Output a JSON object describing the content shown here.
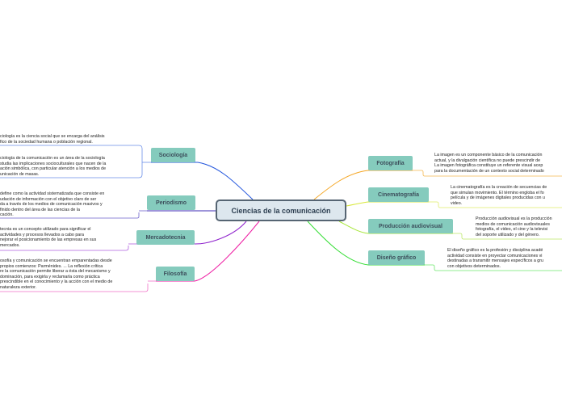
{
  "central": {
    "label": "Ciencias de la comunicación"
  },
  "left_topics": [
    {
      "label": "Sociología",
      "note_short": "ciología es la ciencia social que se encarga del análisis\nfico de la sociedad humana o población regional.",
      "note": "ciología de la comunicación es un área de la sociología\nstudia las implicaciones socioculturales que nacen de la\nación simbólica, con particular atención a los medios de\nunicación de masas."
    },
    {
      "label": "Periodismo",
      "note": "define como la actividad sistematizada que consiste en\nudación de información con el objetivo claro de ser\nda a través de los medios de comunicación masivos y\nfinido dentro del área de las ciencias de la\ncación."
    },
    {
      "label": "Mercadotecnia",
      "note": "tecnia es un concepto utilizado para significar el\nactividades y procesos llevados a cabo para\nnejorar el posicionamiento de las empresas en sus\nmercados."
    },
    {
      "label": "Filosofía",
      "note": "osofía y comunicación se encuentran emparentadas desde\npropios comienzos: Parménides. ... La reflexión crítica\nre la comunicación permite liberar a ésta del mecanismo y\ndominación, para exigirla y reclamarla como práctica\nprescindible en el conocimiento y la acción con el medio de\nnaturaleza exterior."
    }
  ],
  "right_topics": [
    {
      "label": "Fotografía",
      "note": "La imagen es un componente básico de la comunicación\nactual, y la divulgación científica no puede prescindir de\nLa imagen fotográfica constituye un referente visual acep\npara la documentación de un contexto social determinado"
    },
    {
      "label": "Cinematografía",
      "note": "La cinematografía es la creación de secuencias de\nque simulan movimiento. El término engloba el fo\npelícula y de imágenes digitales producidas con u\nvideo."
    },
    {
      "label": "Producción audiovisual",
      "note": "Producción audiovisual es la producción\nmedios de comunicación audiovisuales\nfotografía, el video, el cine y la televisi\ndel soporte utilizado y del género."
    },
    {
      "label": "Diseño gráfico",
      "note": "El diseño gráfico es la profesión y disciplina acadé\nactividad consiste en proyectar comunicaciones vi\ndestinadas a transmitir mensajes específicos a gru\ncon objetivos determinados."
    }
  ],
  "colors": {
    "sociologia": "#2255dd",
    "periodismo": "#3d2bb5",
    "mercadotecnia": "#8e22cc",
    "filosofia": "#ee1fa4",
    "fotografia": "#f5a623",
    "cinematografia": "#d8e83a",
    "produccion": "#a8e63a",
    "diseno": "#33dd33",
    "topic_fill": "#85cbbd",
    "central_fill": "#dde7ee"
  }
}
